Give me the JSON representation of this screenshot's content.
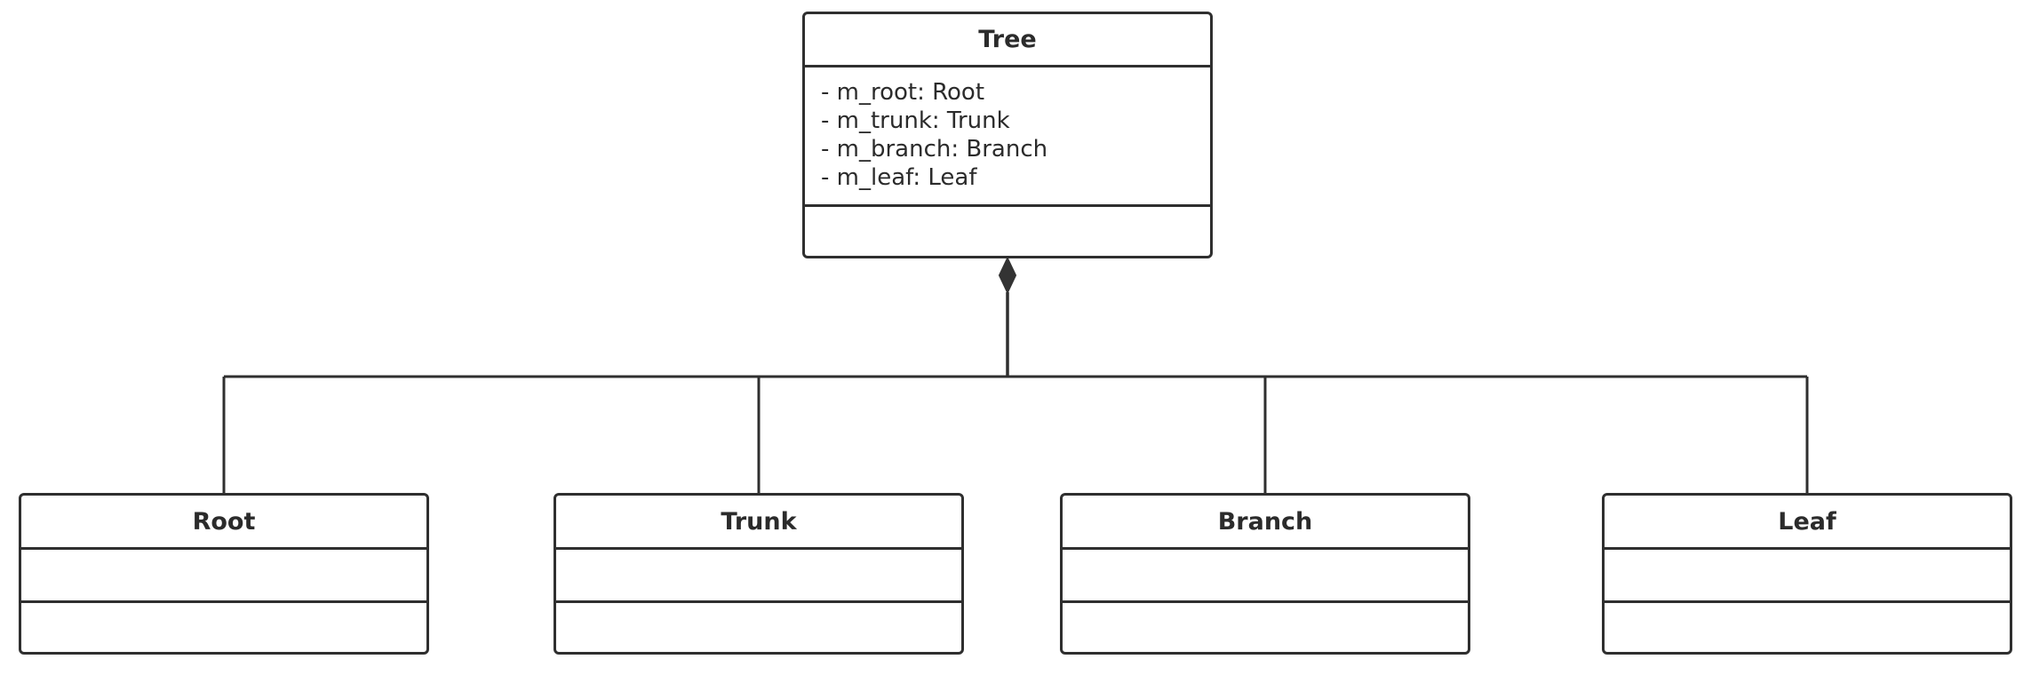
{
  "diagram": {
    "classes": [
      {
        "id": "tree",
        "name": "Tree",
        "attributes": [
          "- m_root: Root",
          "- m_trunk: Trunk",
          "- m_branch: Branch",
          "- m_leaf: Leaf"
        ],
        "operations": []
      },
      {
        "id": "root",
        "name": "Root",
        "attributes": [],
        "operations": []
      },
      {
        "id": "trunk",
        "name": "Trunk",
        "attributes": [],
        "operations": []
      },
      {
        "id": "branch",
        "name": "Branch",
        "attributes": [],
        "operations": []
      },
      {
        "id": "leaf",
        "name": "Leaf",
        "attributes": [],
        "operations": []
      }
    ],
    "relationships": [
      {
        "type": "composition",
        "whole": "Tree",
        "parts": [
          "Root",
          "Trunk",
          "Branch",
          "Leaf"
        ]
      }
    ],
    "colors": {
      "line": "#2f2f2f",
      "text": "#2b2b2b",
      "background": "#ffffff"
    }
  }
}
